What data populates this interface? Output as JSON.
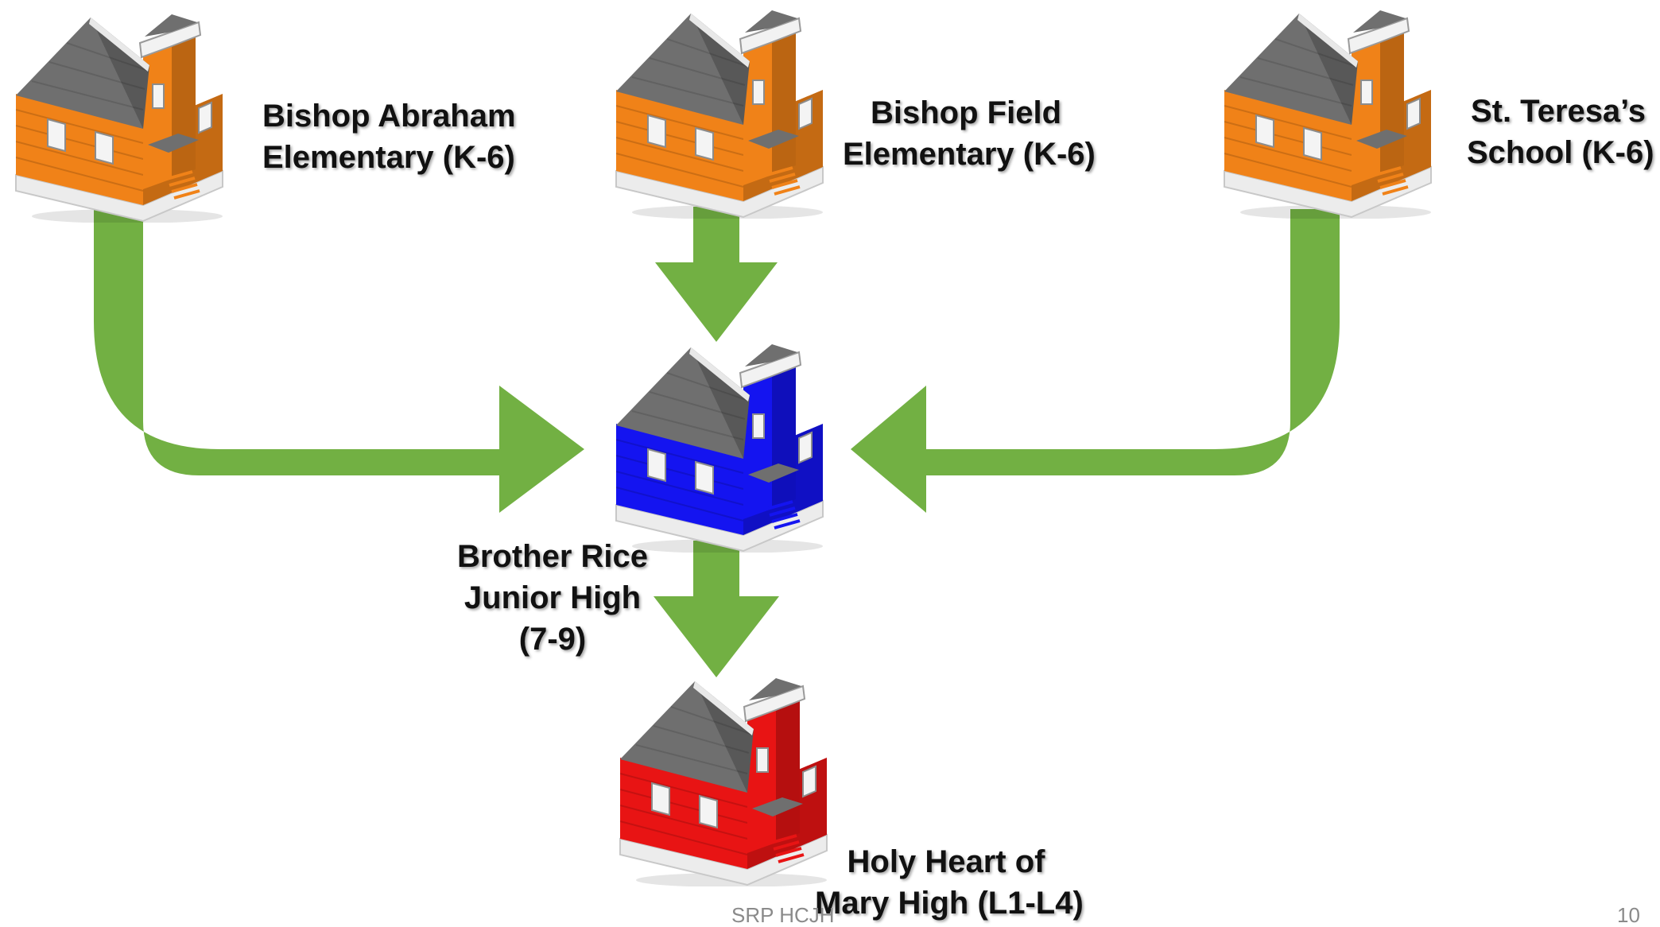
{
  "colors": {
    "arrow": "#72b043",
    "roof": "#6f6f6f",
    "feeder_school": "#f08218",
    "junior_high": "#1414f0",
    "high_school": "#e81414"
  },
  "schools": {
    "abraham": {
      "lines": [
        "Bishop Abraham",
        "Elementary (K-6)"
      ]
    },
    "field": {
      "lines": [
        "Bishop Field",
        "Elementary (K-6)"
      ]
    },
    "teresa": {
      "lines": [
        "St. Teresa’s",
        "School (K-6)"
      ]
    },
    "rice": {
      "lines": [
        "Brother Rice",
        "Junior High",
        "(7-9)"
      ]
    },
    "holyheart": {
      "lines": [
        "Holy Heart of",
        "Mary High (L1-L4)"
      ]
    }
  },
  "footer": {
    "text": "SRP HCJH",
    "page_number": "10"
  }
}
